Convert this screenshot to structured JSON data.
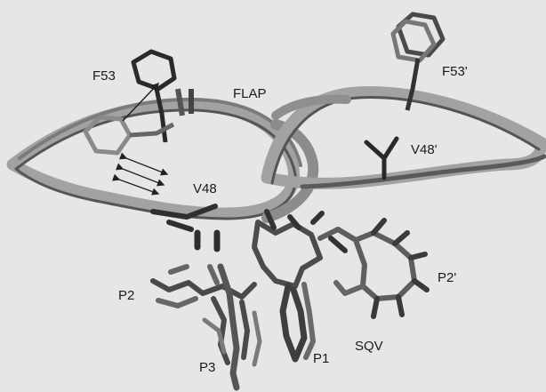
{
  "labels": {
    "f53": "F53",
    "flap": "FLAP",
    "f53_prime": "F53'",
    "v48_prime": "V48'",
    "v48": "V48",
    "p2": "P2",
    "p2_prime": "P2'",
    "sqv": "SQV",
    "p1": "P1",
    "p3": "P3"
  },
  "colors": {
    "background": "#e6e6e4",
    "ribbon_light": "#9d9d9b",
    "ribbon_dark": "#4a4a4a",
    "stick_dark": "#2a2a2a",
    "stick_mid": "#6e6e6e"
  }
}
